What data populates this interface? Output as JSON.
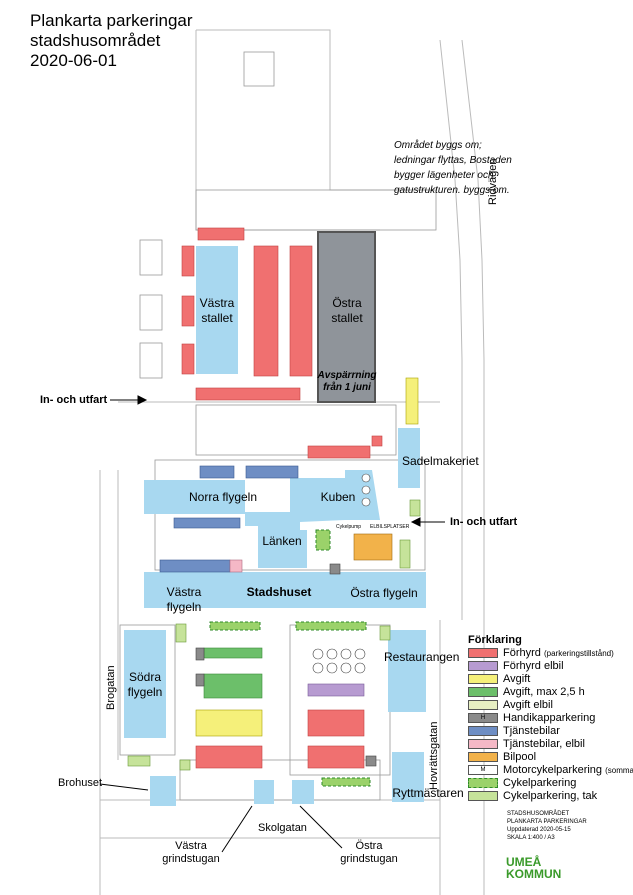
{
  "title": {
    "line1": "Plankarta parkeringar",
    "line2": "stadshusområdet",
    "line3": "2020-06-01"
  },
  "note": "Området byggs om; ledningar flyttas, Bostaden bygger lägenheter och gatustrukturen. byggs om.",
  "streets": {
    "ridvagen": "Ridvägen",
    "brogatan": "Brogatan",
    "hovrattsgatan": "Hovrättsgatan",
    "skolgatan": "Skolgatan"
  },
  "labels": {
    "entrance_left": "In- och utfart",
    "entrance_right": "In- och utfart",
    "barrier": "Avspärrning från 1 juni",
    "cykelpump": "Cykelpump",
    "elbilsplatser": "ELBILSPLATSER",
    "brohuset": "Brohuset",
    "vastra_grindstugan": "Västra grindstugan",
    "ostra_grindstugan": "Östra grindstugan"
  },
  "buildings": {
    "vastra_stallet": "Västra stallet",
    "ostra_stallet": "Östra stallet",
    "sadelmakeriet": "Sadelmakeriet",
    "norra_flygeln": "Norra flygeln",
    "kuben": "Kuben",
    "lanken": "Länken",
    "vastra_flygeln": "Västra flygeln",
    "stadshuset": "Stadshuset",
    "ostra_flygeln": "Östra flygeln",
    "sodra_flygeln": "Södra flygeln",
    "restaurangen": "Restaurangen",
    "ryttmastaren": "Ryttmästaren"
  },
  "legend": {
    "title": "Förklaring",
    "items": [
      {
        "label": "Förhyrd",
        "note": "(parkeringstillstånd)",
        "color": "#f07070",
        "style": "solid",
        "mark": ""
      },
      {
        "label": "Förhyrd elbil",
        "note": "",
        "color": "#b79bd1",
        "style": "solid",
        "mark": ""
      },
      {
        "label": "Avgift",
        "note": "",
        "color": "#f5f07a",
        "style": "solid",
        "mark": ""
      },
      {
        "label": "Avgift, max 2,5 h",
        "note": "",
        "color": "#6cbf6a",
        "style": "solid",
        "mark": ""
      },
      {
        "label": "Avgift elbil",
        "note": "",
        "color": "#e6eec2",
        "style": "solid",
        "mark": ""
      },
      {
        "label": "Handikapparkering",
        "note": "",
        "color": "#8a8a8a",
        "style": "solid",
        "mark": "H"
      },
      {
        "label": "Tjänstebilar",
        "note": "",
        "color": "#6e8ec4",
        "style": "solid",
        "mark": ""
      },
      {
        "label": "Tjänstebilar, elbil",
        "note": "",
        "color": "#f5b8c6",
        "style": "solid",
        "mark": ""
      },
      {
        "label": "Bilpool",
        "note": "",
        "color": "#f2b24a",
        "style": "solid",
        "mark": ""
      },
      {
        "label": "Motorcykelparkering",
        "note": "(sommartid)",
        "color": "#ffffff",
        "style": "solid",
        "mark": "M"
      },
      {
        "label": "Cykelparkering",
        "note": "",
        "color": "#9bd26a",
        "style": "dashed",
        "mark": ""
      },
      {
        "label": "Cykelparkering, tak",
        "note": "",
        "color": "#c6e39a",
        "style": "solid",
        "mark": ""
      }
    ]
  },
  "meta": {
    "line1": "STADSHUSOMRÅDET",
    "line2": "PLANKARTA PARKERINGAR",
    "line3": "Uppdaterad 2020-05-15",
    "line4": "SKALA 1:400 / A3"
  },
  "logo": {
    "line1": "UMEÅ",
    "line2": "KOMMUN"
  },
  "colors": {
    "building": "#a8d8f0",
    "rented": "#f07070",
    "fee": "#f5f07a",
    "fee_short": "#6cbf6a",
    "service": "#6e8ec4",
    "grey_building": "#8f949a",
    "outline": "#555555"
  }
}
